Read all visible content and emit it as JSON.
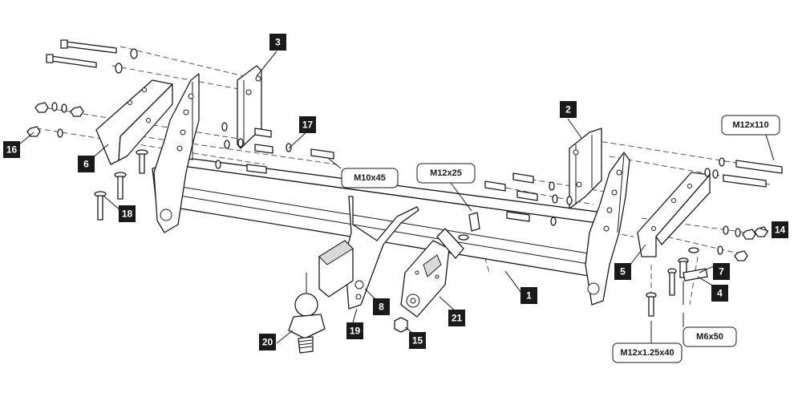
{
  "part_numbers": {
    "p1": "1",
    "p2": "2",
    "p3": "3",
    "p4": "4",
    "p5": "5",
    "p6": "6",
    "p7": "7",
    "p8": "8",
    "p14": "14",
    "p15": "15",
    "p16": "16",
    "p17": "17",
    "p18": "18",
    "p19": "19",
    "p20": "20",
    "p21": "21"
  },
  "callouts": {
    "m12x110": "M12x110",
    "m12x25": "M12x25",
    "m10x45": "M10x45",
    "m6x50": "M6x50",
    "m12x125x40": "M12x1.25x40"
  }
}
